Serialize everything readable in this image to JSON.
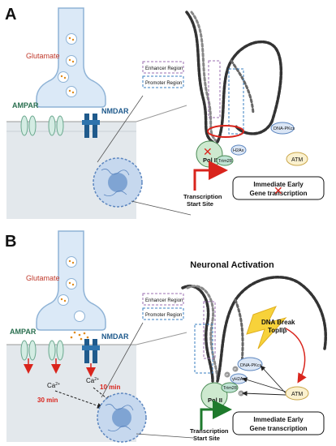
{
  "panel_a": {
    "letter": "A",
    "glutamate_label": "Glutamate",
    "ampar_label": "AMPAR",
    "nmdar_label": "NMDAR",
    "legend": {
      "enhancer": "Enhancer Region",
      "promoter": "Promoter Region"
    },
    "pol2_label": "Pol II",
    "trim28_label": "Trim28",
    "h2ax_label": "H2Ax",
    "dnapkcs_label": "DNA-PKcs",
    "atm_label": "ATM",
    "tss_label_line1": "Transcription",
    "tss_label_line2": "Start Site",
    "ieg_line1": "Immediate Early",
    "ieg_line2": "Gene transcription"
  },
  "panel_b": {
    "letter": "B",
    "title": "Neuronal Activation",
    "glutamate_label": "Glutamate",
    "ampar_label": "AMPAR",
    "nmdar_label": "NMDAR",
    "ca_label_left": "Ca",
    "ca_label_right": "Ca",
    "ca_superscript": "2+",
    "time_10": "10 min",
    "time_30": "30 min",
    "legend": {
      "enhancer": "Enhancer Region",
      "promoter": "Promoter Region"
    },
    "dna_break_line1": "DNA Break",
    "dna_break_line2": "TopIIβ",
    "pol2_label": "Pol II",
    "trim28_label": "Trim28",
    "h2ax_label": "γH2Ax",
    "dnapkcs_label": "DNA-PKcs",
    "atm_label": "ATM",
    "p_badge": "P",
    "tss_label_line1": "Transcription",
    "tss_label_line2": "Start Site",
    "ieg_line1": "Immediate Early",
    "ieg_line2": "Gene transcription"
  },
  "colors": {
    "glutamate_text": "#c0392b",
    "receptor_text": "#2a6f4f",
    "nmdar_text": "#1f5a8c",
    "red_arrow": "#d9241c",
    "green_arrow": "#1e7a2c",
    "time_text": "#d9241c"
  }
}
